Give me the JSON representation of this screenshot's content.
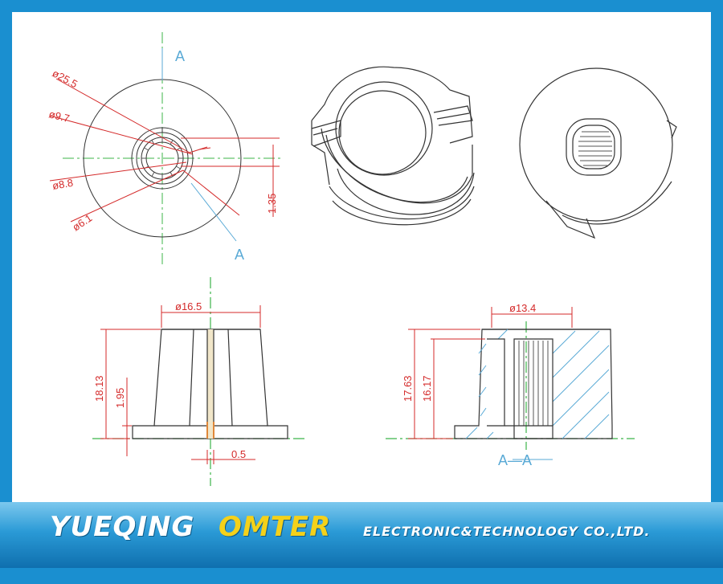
{
  "drawing": {
    "front_view": {
      "section_marks": [
        "A",
        "A"
      ],
      "dimensions": [
        "ø25.5",
        "ø9.7",
        "ø8.8",
        "ø6.1",
        "1.35"
      ]
    },
    "side_view": {
      "dimensions": [
        "ø16.5",
        "18.13",
        "1.95",
        "0.5"
      ]
    },
    "section_view": {
      "dimensions": [
        "ø13.4",
        "17.63",
        "16.17"
      ],
      "caption": "A—A"
    }
  },
  "banner": {
    "brand_primary": "YUEQING",
    "brand_secondary": "OMTER",
    "company_tail": "ELECTRONIC&TECHNOLOGY  CO.,LTD."
  },
  "colors": {
    "frame_blue": "#1a8fd0",
    "dimension_red": "#d42a2a",
    "centerline_green": "#3cb54a",
    "section_blue": "#5aaad6",
    "outline": "#333333",
    "brand_yellow": "#f4d11a"
  }
}
